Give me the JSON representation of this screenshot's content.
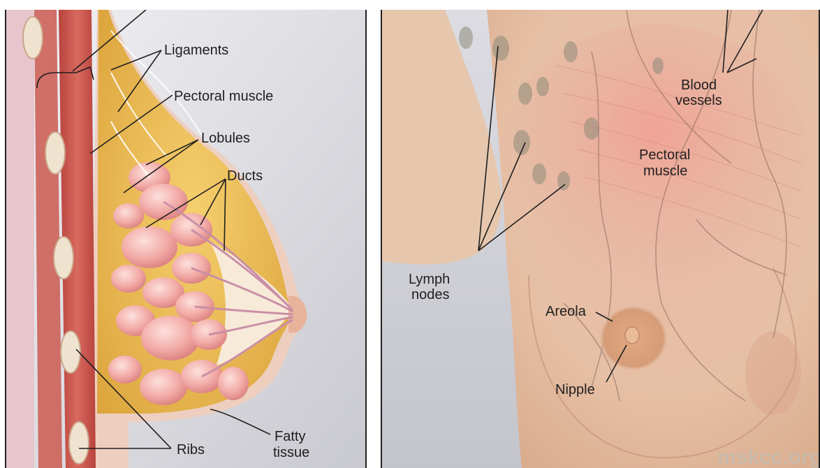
{
  "left_panel": {
    "labels": {
      "ligaments": "Ligaments",
      "pectoral_muscle": "Pectoral muscle",
      "lobules": "Lobules",
      "ducts": "Ducts",
      "ribs": "Ribs",
      "fatty_tissue_line1": "Fatty",
      "fatty_tissue_line2": "tissue"
    }
  },
  "right_panel": {
    "labels": {
      "blood_vessels_line1": "Blood",
      "blood_vessels_line2": "vessels",
      "pectoral_muscle_line1": "Pectoral",
      "pectoral_muscle_line2": "muscle",
      "lymph_nodes_line1": "Lymph",
      "lymph_nodes_line2": "nodes",
      "areola": "Areola",
      "nipple": "Nipple"
    },
    "watermark": "mskcc.org"
  },
  "colors": {
    "muscle": "#c9574f",
    "fat": "#e8b84e",
    "lobule": "#f0a4a4",
    "skin": "#e9c3a4",
    "background_grey": "#d8d8de"
  }
}
